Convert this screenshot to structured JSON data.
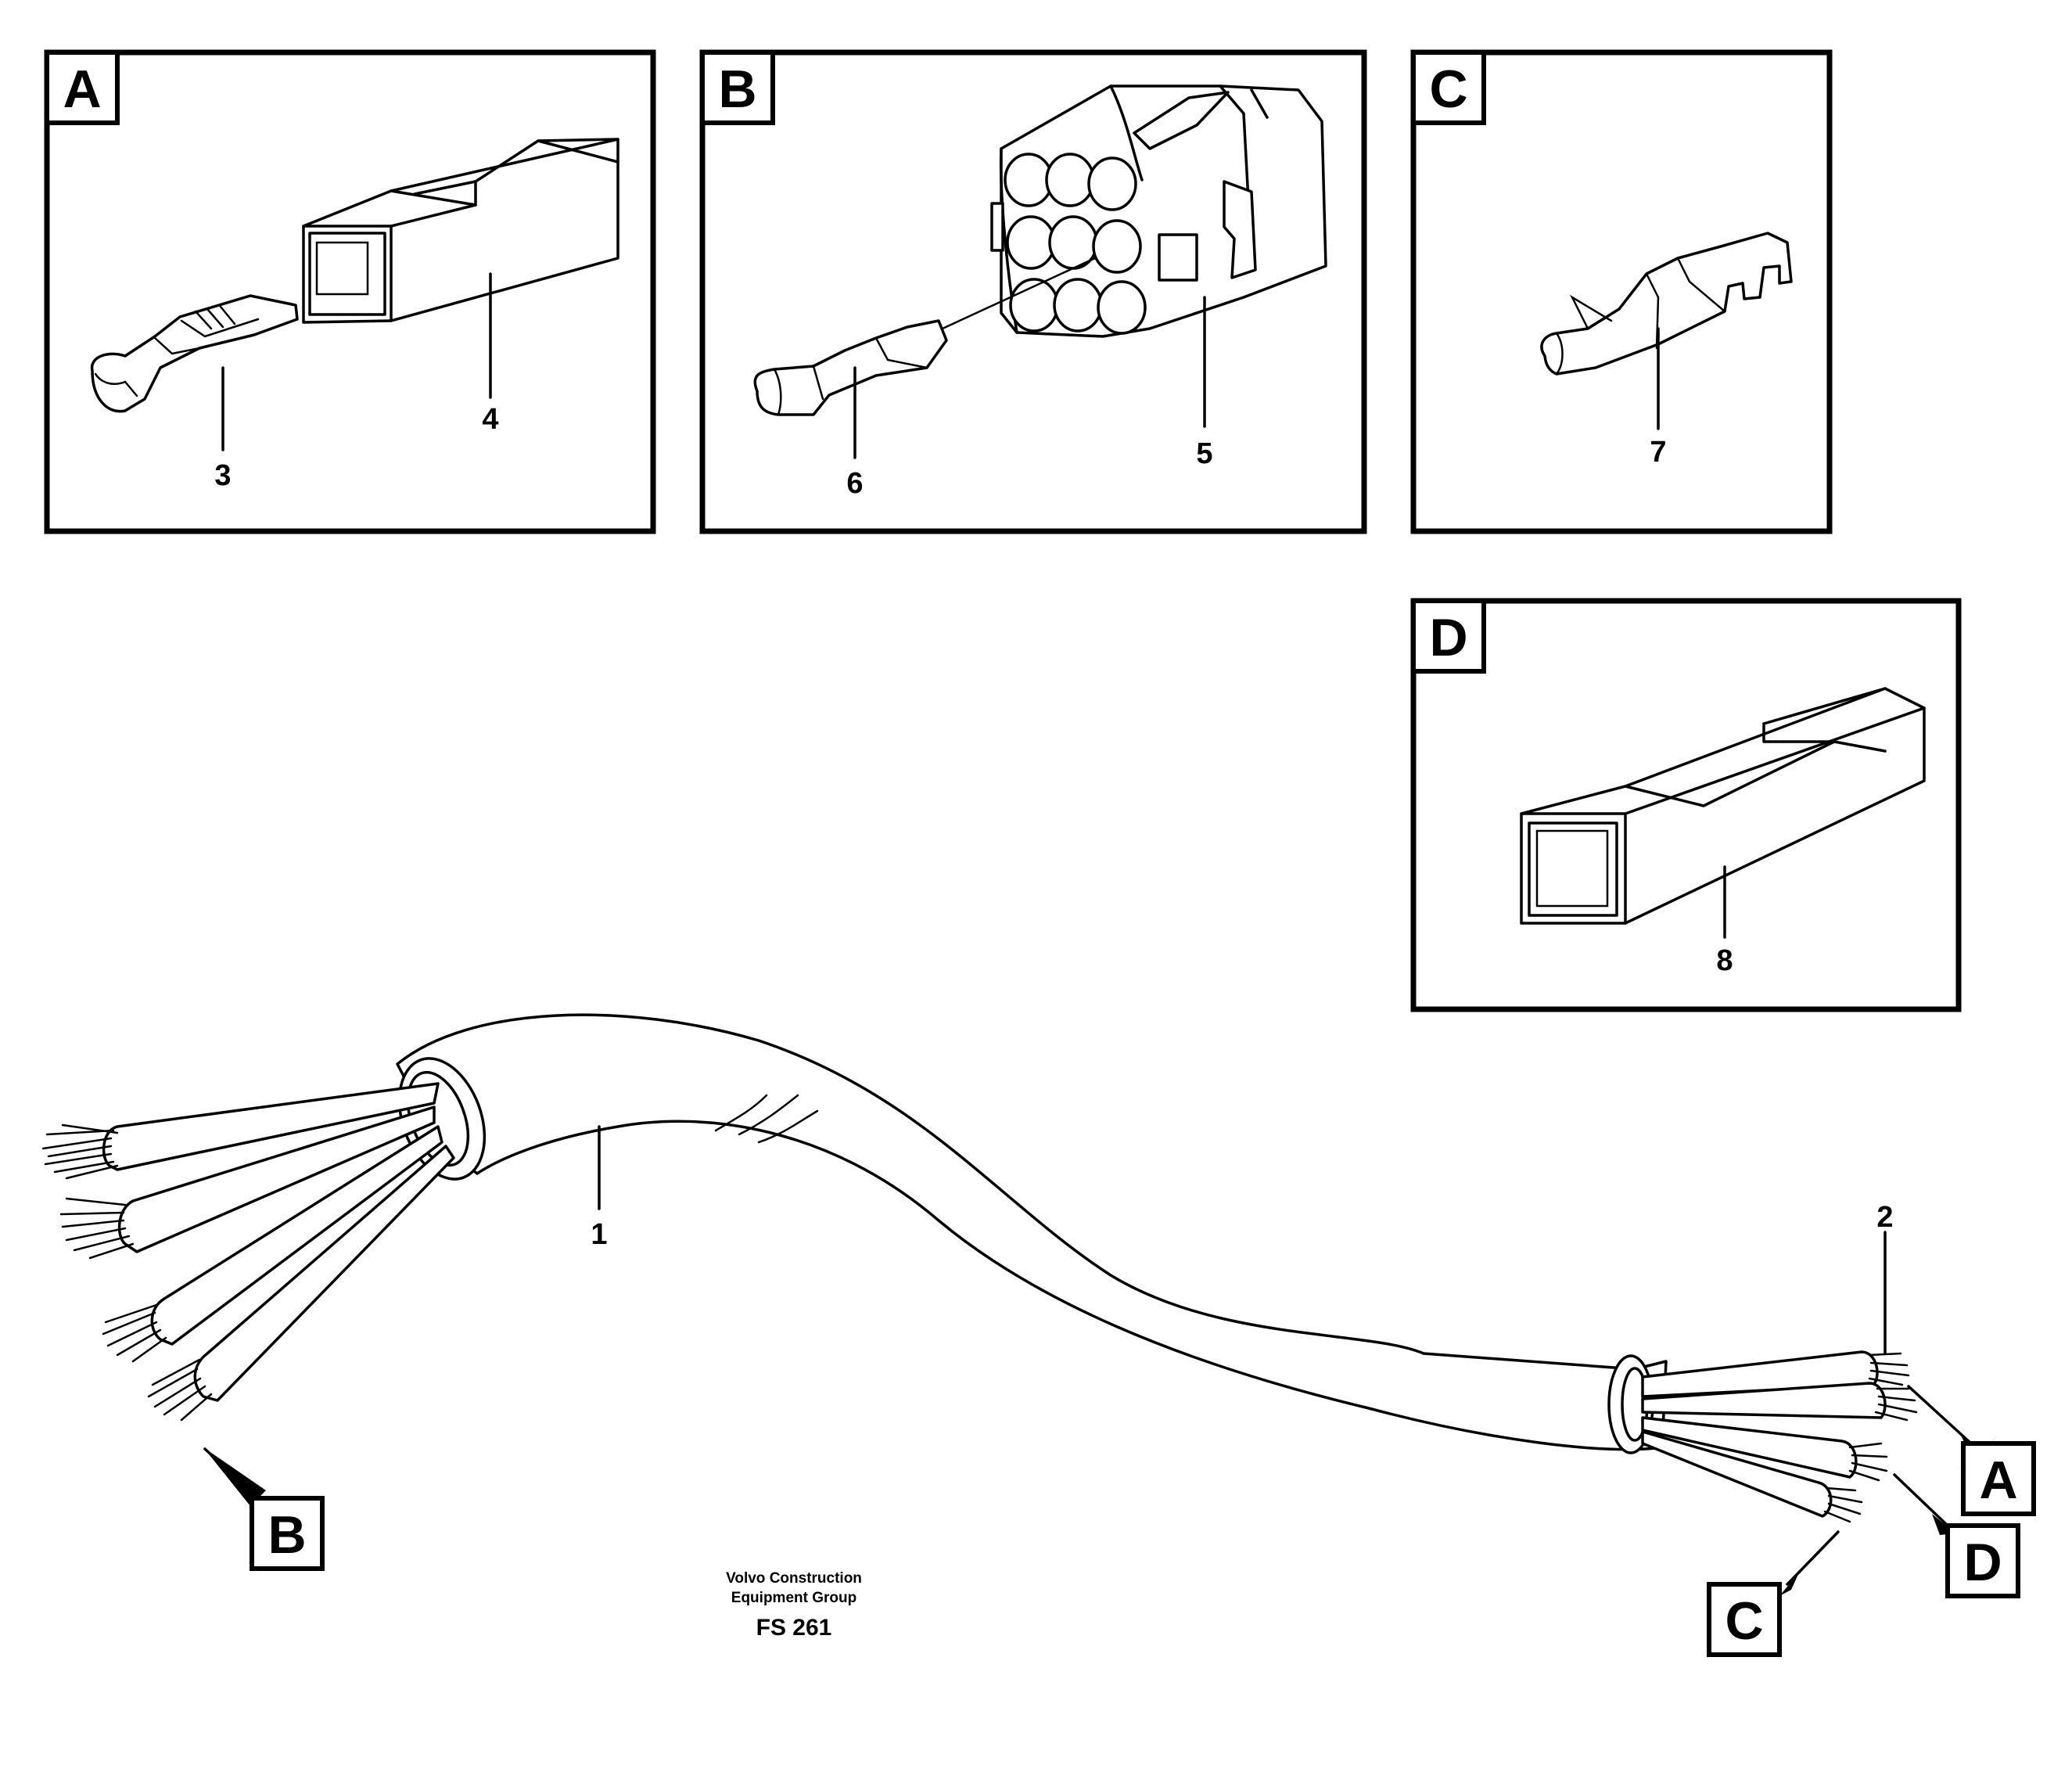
{
  "panels": {
    "a": {
      "label": "A",
      "part_labels": [
        "3",
        "4"
      ]
    },
    "b": {
      "label": "B",
      "part_labels": [
        "6",
        "5"
      ]
    },
    "c": {
      "label": "C",
      "part_labels": [
        "7"
      ]
    },
    "d": {
      "label": "D",
      "part_labels": [
        "8"
      ]
    }
  },
  "cable": {
    "part_labels": [
      "1",
      "2"
    ],
    "callouts": [
      "B",
      "A",
      "D",
      "C"
    ]
  },
  "footer": {
    "company_line1": "Volvo Construction",
    "company_line2": "Equipment Group",
    "figure_code": "FS 261"
  }
}
